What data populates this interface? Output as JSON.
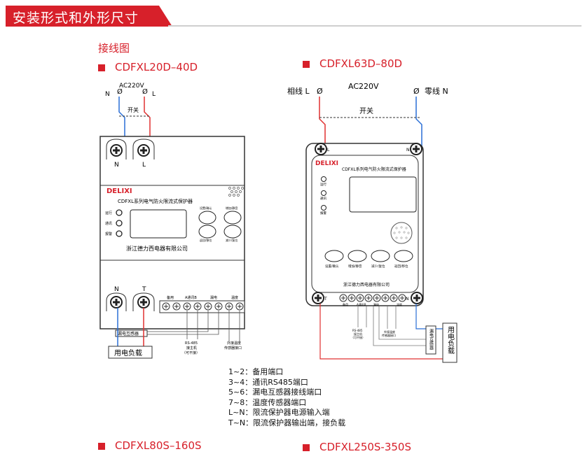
{
  "header": {
    "title": "安装形式和外形尺寸"
  },
  "section": {
    "title": "接线图"
  },
  "models": [
    "CDFXL20D–40D",
    "CDFXL63D–80D",
    "CDFXL80S–160S",
    "CDFXL250S-350S"
  ],
  "left": {
    "ac": "AC220V",
    "n": "N",
    "l": "L",
    "switch": "开关",
    "brand": "DELIXI",
    "product": "CDFXL系列电气防火限流式保护器",
    "leds": [
      "运行",
      "通讯",
      "报警"
    ],
    "buttons": [
      "设置/确认",
      "增加/静音",
      "返回/移位",
      "减少/复位"
    ],
    "company": "浙江德力西电器有限公司",
    "out_n": "N",
    "out_t": "T",
    "strip": [
      "备用",
      "A通讯B",
      "漏电",
      "温度"
    ],
    "ct": "漏电互感器",
    "rs": [
      "RS-485",
      "接主机",
      "（可不接）"
    ],
    "temp": [
      "外接温度",
      "传感器接口"
    ],
    "load": "用电负载"
  },
  "right": {
    "ac": "AC220V",
    "phase": "相线 L",
    "zero": "零线 N",
    "switch": "开关",
    "brand": "DELIXI",
    "product": "CDFXL系列电气防火限流式保护器",
    "leds": [
      "运行",
      "通讯",
      "报警"
    ],
    "buttons": [
      "设置/确认",
      "增加/静音",
      "减少/复位",
      "返回/移位"
    ],
    "company": "浙江德力西电器有限公司",
    "l": "L",
    "n": "N",
    "t": "T",
    "strip": [
      "备用",
      "A通讯B",
      "漏电",
      "温度"
    ],
    "rs": [
      "RS-485",
      "接主机",
      "（可不接）"
    ],
    "temp": [
      "外接温度",
      "传感器接口"
    ],
    "ct": "漏电互感器",
    "load": "用电负载"
  },
  "legend": [
    "1~2：备用端口",
    "3~4：通讯RS485端口",
    "5~6：漏电互感器接线端口",
    "7~8：温度传感器端口",
    "L~N：限流保护器电源输入端",
    "T~N：限流保护器输出端，接负载"
  ]
}
